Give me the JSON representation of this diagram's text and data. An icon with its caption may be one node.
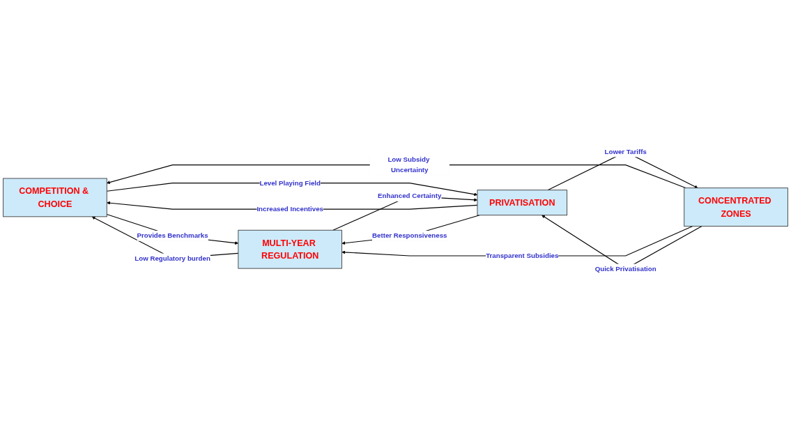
{
  "diagram": {
    "nodes": [
      {
        "text": [
          "COMPETITION & CHOICE"
        ]
      },
      {
        "text": [
          "CONCENTRATED ZONES"
        ]
      },
      {
        "text": [
          "MULTI-YEAR REGULATION"
        ]
      },
      {
        "text": [
          "PRIVATISATION"
        ]
      }
    ],
    "edges": [
      {
        "from": 1,
        "to": 0,
        "arrow": "to",
        "label": "Low Subsidy Uncertainty"
      },
      {
        "from": 0,
        "to": 2,
        "arrow": "to",
        "label": "Provides Benchmarks"
      },
      {
        "from": 2,
        "to": 0,
        "arrow": "to",
        "label": "Low Regulatory burden"
      },
      {
        "from": 1,
        "to": 2,
        "arrow": "to",
        "label": "Transparent Subsidies"
      },
      {
        "from": 3,
        "to": 0,
        "arrow": "to",
        "label": "Increased Incentives"
      },
      {
        "from": 0,
        "to": 3,
        "arrow": "to",
        "label": "Level Playing Field"
      },
      {
        "from": 1,
        "to": 3,
        "arrow": "to",
        "label": "Quick Privatisation"
      },
      {
        "from": 3,
        "to": 2,
        "arrow": "to",
        "label": "Better Responsiveness"
      },
      {
        "from": 2,
        "to": 3,
        "arrow": "to",
        "label": "Enhanced Certainty"
      },
      {
        "from": 3,
        "to": 1,
        "arrow": "to",
        "label": "Lower Tariffs"
      }
    ]
  }
}
